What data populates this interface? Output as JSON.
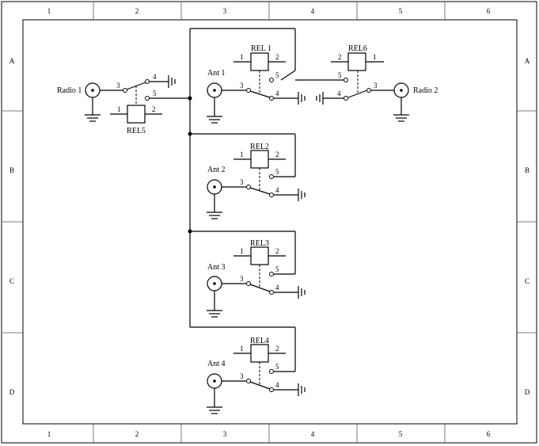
{
  "zones": {
    "columns": [
      "1",
      "2",
      "3",
      "4",
      "5",
      "6"
    ],
    "rows": [
      "A",
      "B",
      "C",
      "D"
    ]
  },
  "radios": {
    "radio1": "Radio 1",
    "radio2": "Radio 2"
  },
  "antennas": [
    "Ant 1",
    "Ant 2",
    "Ant 3",
    "Ant 4"
  ],
  "relays": {
    "rel1": "REL 1",
    "rel2": "REL2",
    "rel3": "REL3",
    "rel4": "REL4",
    "rel5": "REL5",
    "rel6": "REL6"
  },
  "pins": {
    "coil_a": "1",
    "coil_b": "2",
    "common": "3",
    "contact_4": "4",
    "contact_5": "5"
  }
}
